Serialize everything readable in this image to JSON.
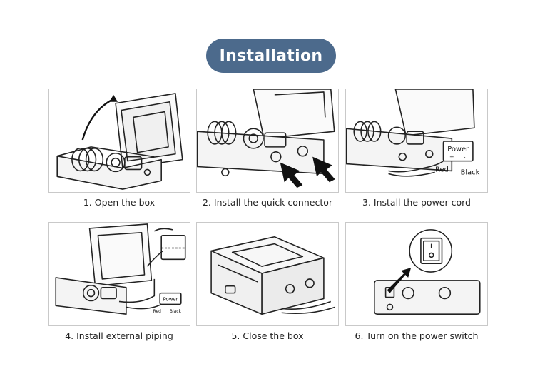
{
  "title": "Installation",
  "steps": [
    {
      "caption": "1. Open the box"
    },
    {
      "caption": "2. Install the quick connector"
    },
    {
      "caption": "3. Install the power cord"
    },
    {
      "caption": "4. Install external piping"
    },
    {
      "caption": "5. Close the box"
    },
    {
      "caption": "6. Turn on the power switch"
    }
  ],
  "power_label": {
    "power": "Power",
    "plus": "+",
    "minus": "-",
    "red": "Red",
    "black": "Black"
  },
  "colors": {
    "title_background": "#4c6a8c",
    "title_text": "#ffffff",
    "panel_border": "#c9c9c9",
    "caption_text": "#222222"
  }
}
